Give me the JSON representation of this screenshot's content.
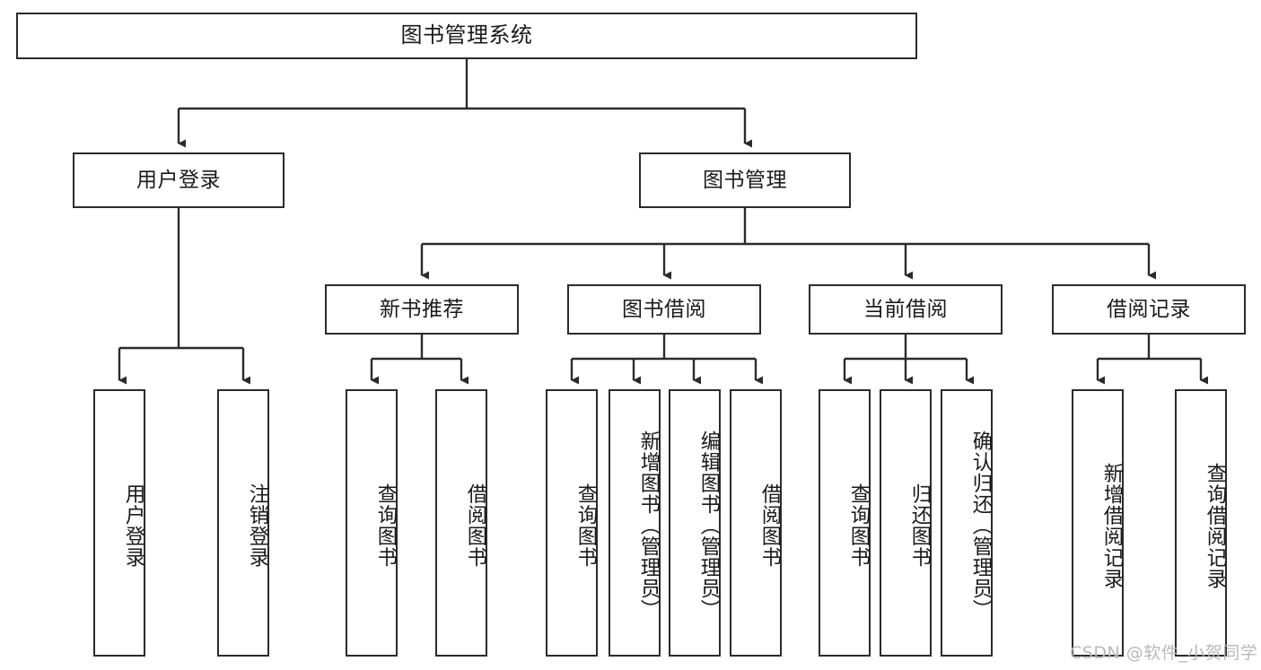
{
  "diagram": {
    "title": "图书管理系统",
    "type": "tree",
    "watermark": "CSDN @软件_小贺同学",
    "colors": {
      "box_border": "#2b2b2b",
      "box_fill": "#ffffff",
      "edge": "#2b2b2b",
      "text": "#1a1a1a",
      "watermark": "#b9b9b9",
      "background": "#ffffff"
    },
    "root": {
      "id": "root",
      "label": "图书管理系统",
      "orientation": "horizontal"
    },
    "level2": [
      {
        "id": "user-login",
        "label": "用户登录",
        "orientation": "horizontal"
      },
      {
        "id": "book-management",
        "label": "图书管理",
        "orientation": "horizontal"
      }
    ],
    "level3": [
      {
        "id": "new-book-recommend",
        "label": "新书推荐",
        "orientation": "horizontal",
        "parent": "book-management"
      },
      {
        "id": "book-borrow",
        "label": "图书借阅",
        "orientation": "horizontal",
        "parent": "book-management"
      },
      {
        "id": "current-borrow",
        "label": "当前借阅",
        "orientation": "horizontal",
        "parent": "book-management"
      },
      {
        "id": "borrow-record",
        "label": "借阅记录",
        "orientation": "horizontal",
        "parent": "book-management"
      }
    ],
    "leaves": [
      {
        "id": "leaf-user-login",
        "label": "用户登录",
        "orientation": "vertical",
        "parent": "user-login"
      },
      {
        "id": "leaf-user-logout",
        "label": "注销登录",
        "orientation": "vertical",
        "parent": "user-login"
      },
      {
        "id": "leaf-query-book-1",
        "label": "查询图书",
        "orientation": "vertical",
        "parent": "new-book-recommend"
      },
      {
        "id": "leaf-borrow-book-1",
        "label": "借阅图书",
        "orientation": "vertical",
        "parent": "new-book-recommend"
      },
      {
        "id": "leaf-query-book-2",
        "label": "查询图书",
        "orientation": "vertical",
        "parent": "book-borrow"
      },
      {
        "id": "leaf-add-book",
        "label": "新增图书（管理员）",
        "orientation": "vertical",
        "parent": "book-borrow"
      },
      {
        "id": "leaf-edit-book",
        "label": "编辑图书（管理员）",
        "orientation": "vertical",
        "parent": "book-borrow"
      },
      {
        "id": "leaf-borrow-book-2",
        "label": "借阅图书",
        "orientation": "vertical",
        "parent": "book-borrow"
      },
      {
        "id": "leaf-query-book-3",
        "label": "查询图书",
        "orientation": "vertical",
        "parent": "current-borrow"
      },
      {
        "id": "leaf-return-book",
        "label": "归还图书",
        "orientation": "vertical",
        "parent": "current-borrow"
      },
      {
        "id": "leaf-confirm-return",
        "label": "确认归还（管理员）",
        "orientation": "vertical",
        "parent": "current-borrow"
      },
      {
        "id": "leaf-add-record",
        "label": "新增借阅记录",
        "orientation": "vertical",
        "parent": "borrow-record"
      },
      {
        "id": "leaf-query-record",
        "label": "查询借阅记录",
        "orientation": "vertical",
        "parent": "borrow-record"
      }
    ]
  }
}
